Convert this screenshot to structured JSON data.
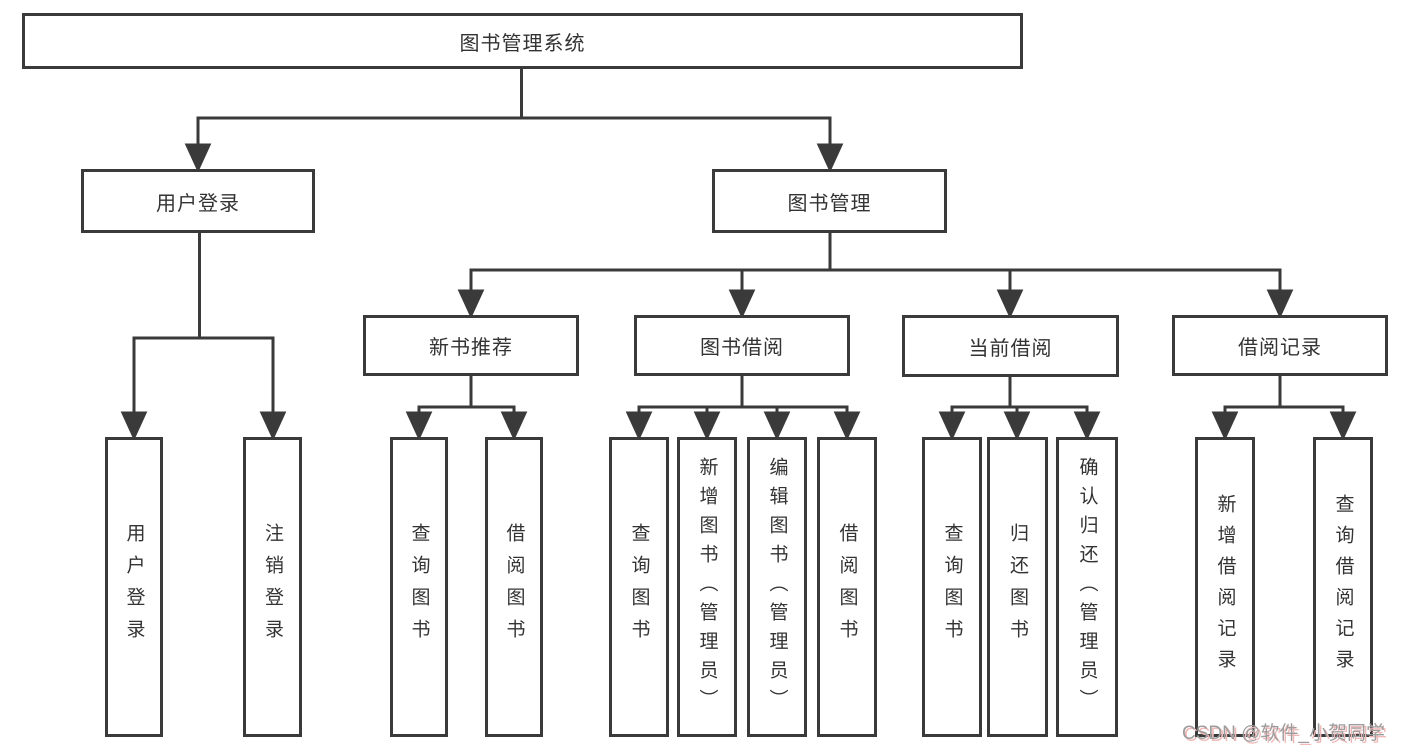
{
  "tree": {
    "root": {
      "label": "图书管理系统"
    },
    "branches": [
      {
        "label": "用户登录",
        "children": [
          {
            "label": "用户登录"
          },
          {
            "label": "注销登录"
          }
        ]
      },
      {
        "label": "图书管理",
        "children": [
          {
            "label": "新书推荐",
            "children": [
              {
                "label": "查询图书"
              },
              {
                "label": "借阅图书"
              }
            ]
          },
          {
            "label": "图书借阅",
            "children": [
              {
                "label": "查询图书"
              },
              {
                "label": "新增图书（管理员）"
              },
              {
                "label": "编辑图书（管理员）"
              },
              {
                "label": "借阅图书"
              }
            ]
          },
          {
            "label": "当前借阅",
            "children": [
              {
                "label": "查询图书"
              },
              {
                "label": "归还图书"
              },
              {
                "label": "确认归还（管理员）"
              }
            ]
          },
          {
            "label": "借阅记录",
            "children": [
              {
                "label": "新增借阅记录"
              },
              {
                "label": "查询借阅记录"
              }
            ]
          }
        ]
      }
    ]
  },
  "watermark": {
    "text": "CSDN @软件_小贺同学"
  },
  "colors": {
    "line": "#3a3a3a",
    "text": "#333333",
    "background": "#ffffff",
    "watermark_text": "#9d9d9d",
    "watermark_shadow": "#f0b9b9"
  }
}
